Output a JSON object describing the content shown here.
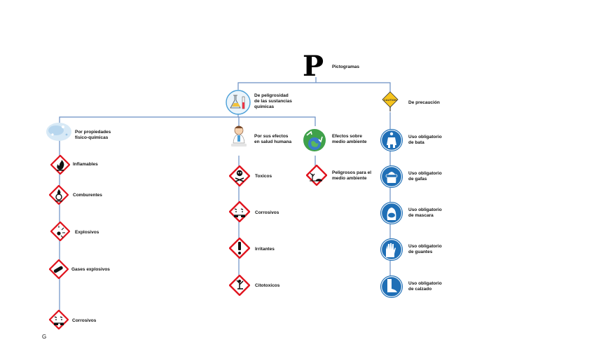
{
  "root": {
    "glyph": "P",
    "label": "Pictogramas"
  },
  "branches": {
    "peligrosidad": {
      "label": "De peligrosidad\nde las sustancias\nquímicas",
      "icon": "lab-flask-icon"
    },
    "precaucion": {
      "label": "De precaución",
      "icon": "caution-sign-icon"
    }
  },
  "groups": {
    "fisicoquimicas": {
      "label": "Por propiedades\nfísico-químicas",
      "icon": "ice-splash-icon",
      "items": [
        {
          "label": "Inflamables",
          "icon": "flame-hazard-icon"
        },
        {
          "label": "Comburentes",
          "icon": "oxidizer-hazard-icon"
        },
        {
          "label": "Explosivos",
          "icon": "explosive-hazard-icon"
        },
        {
          "label": "Gases explosivos",
          "icon": "gas-cylinder-hazard-icon"
        },
        {
          "label": "Corrosivos",
          "icon": "corrosive-hazard-icon"
        }
      ]
    },
    "salud": {
      "label": "Por sus efectos\nen salud humana",
      "icon": "scientist-icon",
      "items": [
        {
          "label": "Toxicos",
          "icon": "skull-hazard-icon"
        },
        {
          "label": "Corrosivos",
          "icon": "corrosive-hazard-icon"
        },
        {
          "label": "Irritantes",
          "icon": "exclamation-hazard-icon"
        },
        {
          "label": "Citotoxicos",
          "icon": "health-hazard-icon"
        }
      ]
    },
    "ambiente": {
      "label": "Efectos sobre\nmedio ambiente",
      "icon": "recycle-earth-icon",
      "items": [
        {
          "label": "Peligrosos para el\nmedio ambiente",
          "icon": "environment-hazard-icon"
        }
      ]
    },
    "epp": {
      "items": [
        {
          "label": "Uso obligatorio\nde bata",
          "icon": "lab-coat-icon"
        },
        {
          "label": "Uso obligatorio\nde gafas",
          "icon": "goggles-icon"
        },
        {
          "label": "Uso obligatorio\nde mascara",
          "icon": "mask-icon"
        },
        {
          "label": "Uso obligatorio\nde guantes",
          "icon": "gloves-icon"
        },
        {
          "label": "Uso obligatorio\nde calzado",
          "icon": "boots-icon"
        }
      ]
    }
  },
  "footer": "G",
  "colors": {
    "connector": "#6a8fc4",
    "hazard": "#e0141e",
    "mandatory": "#1f6fb6"
  }
}
